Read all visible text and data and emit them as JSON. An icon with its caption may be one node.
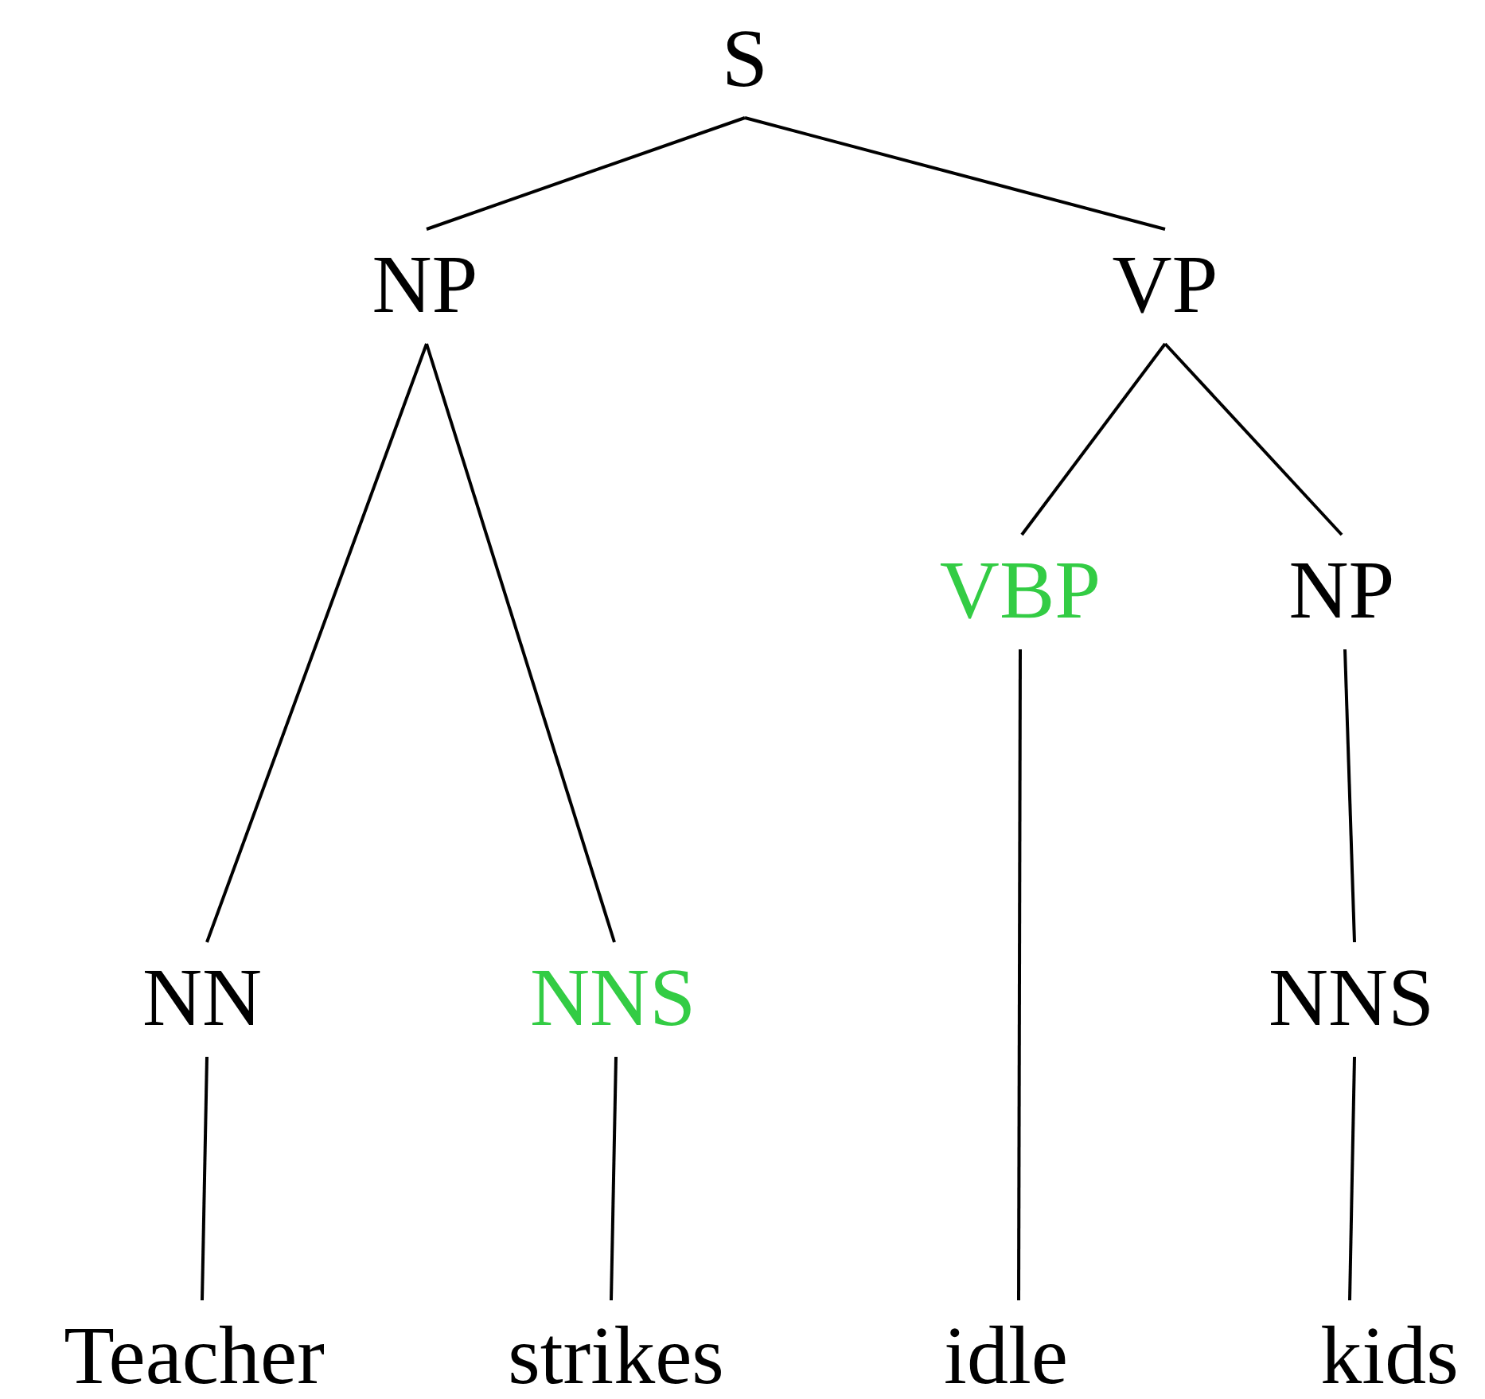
{
  "diagram": {
    "nodes": [
      {
        "text": [
          "S"
        ]
      },
      {
        "text": [
          "NP"
        ]
      },
      {
        "text": [
          "VP"
        ]
      },
      {
        "text": [
          "NN"
        ]
      },
      {
        "text": [
          "NNS"
        ]
      },
      {
        "text": [
          "VBP"
        ]
      },
      {
        "text": [
          "NP"
        ]
      },
      {
        "text": [
          "NNS"
        ]
      },
      {
        "text": [
          "Teacher"
        ]
      },
      {
        "text": [
          "strikes"
        ]
      },
      {
        "text": [
          "idle"
        ]
      },
      {
        "text": [
          "kids"
        ]
      }
    ],
    "edges": [
      {
        "from": 0,
        "to": 1,
        "arrow": "none"
      },
      {
        "from": 0,
        "to": 2,
        "arrow": "none"
      },
      {
        "from": 1,
        "to": 3,
        "arrow": "none"
      },
      {
        "from": 1,
        "to": 4,
        "arrow": "none"
      },
      {
        "from": 2,
        "to": 5,
        "arrow": "none"
      },
      {
        "from": 2,
        "to": 6,
        "arrow": "none"
      },
      {
        "from": 3,
        "to": 8,
        "arrow": "none"
      },
      {
        "from": 4,
        "to": 9,
        "arrow": "none"
      },
      {
        "from": 5,
        "to": 10,
        "arrow": "none"
      },
      {
        "from": 6,
        "to": 7,
        "arrow": "none"
      },
      {
        "from": 7,
        "to": 11,
        "arrow": "none"
      }
    ]
  }
}
